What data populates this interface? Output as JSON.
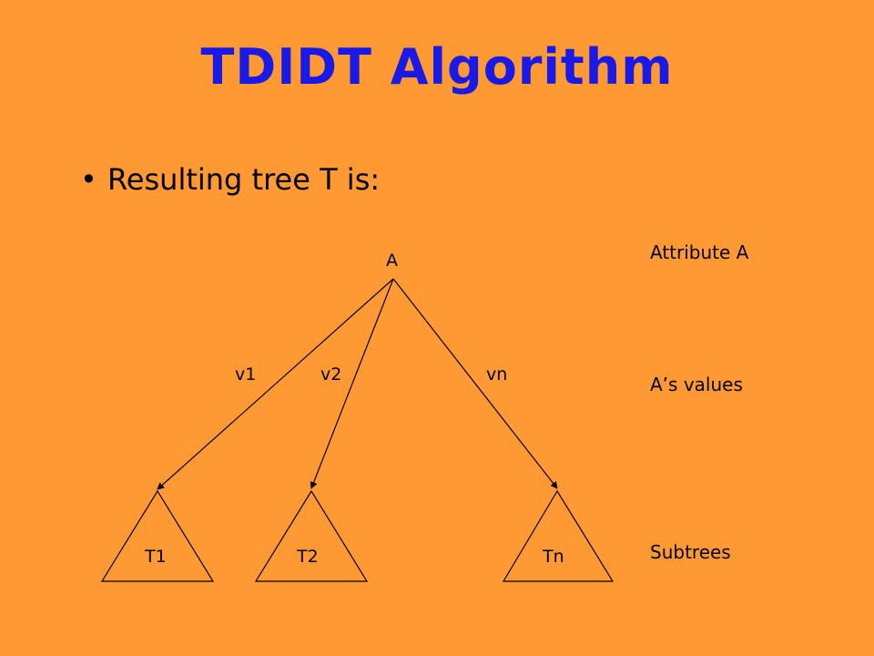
{
  "slide": {
    "title": "TDIDT Algorithm",
    "bullet": "Resulting tree T is:"
  },
  "tree": {
    "root_label": "A",
    "edge_labels": [
      "v1",
      "v2",
      "vn"
    ],
    "subtree_labels": [
      "T1",
      "T2",
      "Tn"
    ]
  },
  "legend": {
    "attribute": "Attribute A",
    "values": "A’s values",
    "subtrees": "Subtrees"
  },
  "colors": {
    "background": "#FF9933",
    "title": "#1A1AE6",
    "lines": "#000000"
  }
}
